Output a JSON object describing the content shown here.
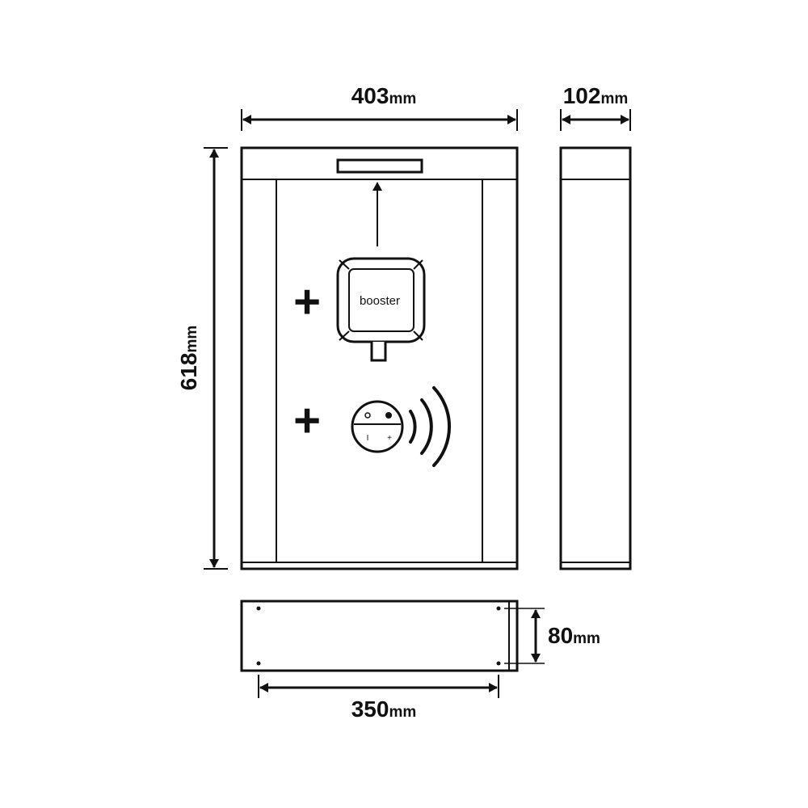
{
  "dimensions": {
    "width": {
      "value": "403",
      "unit": "mm"
    },
    "depth": {
      "value": "102",
      "unit": "mm"
    },
    "height": {
      "value": "618",
      "unit": "mm"
    },
    "base_height": {
      "value": "80",
      "unit": "mm"
    },
    "base_width": {
      "value": "350",
      "unit": "mm"
    }
  },
  "booster": {
    "brand_label": "booster"
  },
  "sensor": {
    "minus_label": "I",
    "plus_label": "+"
  },
  "symbols": {
    "plus_1": "+",
    "plus_2": "+"
  },
  "colors": {
    "line": "#111111",
    "background": "#ffffff"
  }
}
